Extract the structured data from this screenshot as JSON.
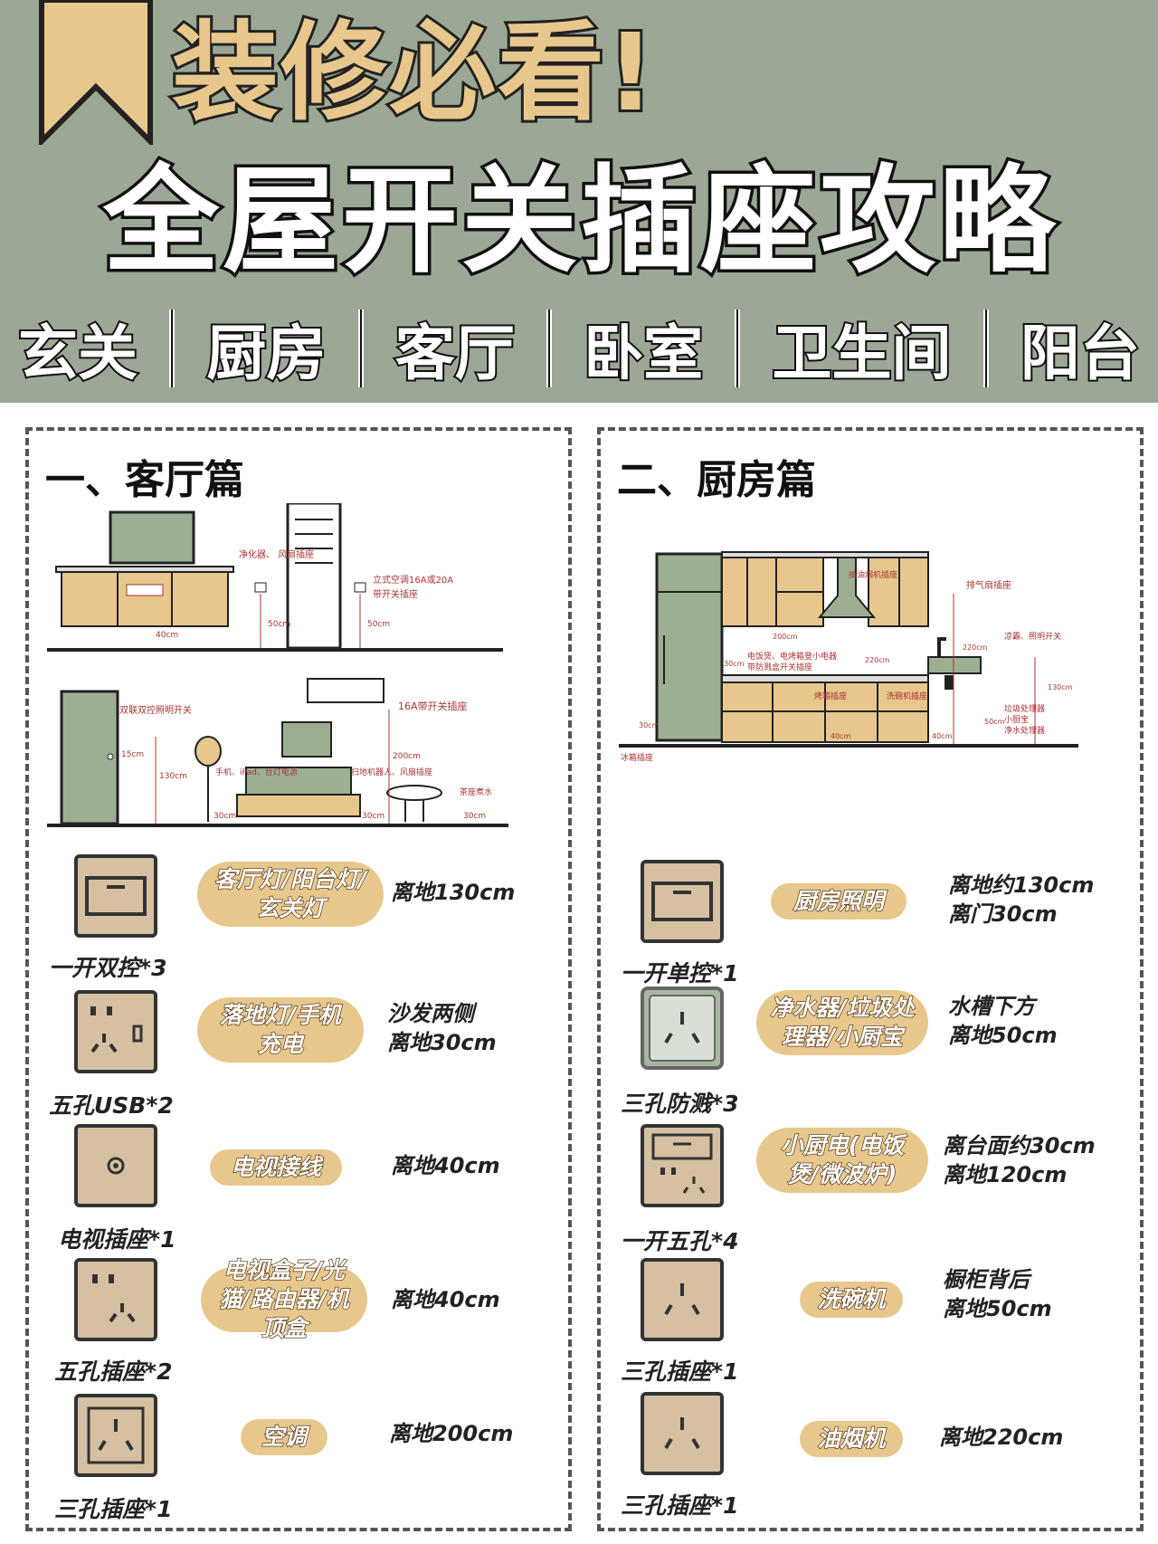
{
  "header": {
    "title_main": "装修必看!",
    "title_sub": "全屋开关插座攻略",
    "rooms": [
      "玄关",
      "厨房",
      "客厅",
      "卧室",
      "卫生间",
      "阳台"
    ]
  },
  "living": {
    "title": "一、客厅篇",
    "diagram_top": {
      "purifier": "净化器、\n风扇插座",
      "ac": "立式空调16A或20A",
      "ac2": "带开关插座",
      "d40": "40cm",
      "d50a": "50cm",
      "d50b": "50cm"
    },
    "diagram_bottom": {
      "switch": "双联双控照明开关",
      "socket16a": "16A带开关插座",
      "phone": "手机、iPad、台灯电源",
      "robot": "扫地机器人、风扇插座",
      "tea": "茶座煮水",
      "d15": "15cm",
      "d130": "130cm",
      "d200": "200cm",
      "d30a": "30cm",
      "d30b": "30cm",
      "d30c": "30cm"
    },
    "rows": [
      {
        "icon": "one-gang-switch-icon",
        "caption": "一开双控*3",
        "use": "客厅灯/阳台灯/玄关灯",
        "pos1": "离地130cm",
        "pos2": ""
      },
      {
        "icon": "five-hole-usb-socket-icon",
        "caption": "五孔USB*2",
        "use": "落地灯/手机充电",
        "pos1": "沙发两侧",
        "pos2": "离地30cm"
      },
      {
        "icon": "tv-socket-icon",
        "caption": "电视插座*1",
        "use": "电视接线",
        "pos1": "离地40cm",
        "pos2": ""
      },
      {
        "icon": "five-hole-socket-icon",
        "caption": "五孔插座*2",
        "use": "电视盒子/光猫/路由器/机顶盒",
        "pos1": "离地40cm",
        "pos2": ""
      },
      {
        "icon": "three-hole-socket-icon",
        "caption": "三孔插座*1",
        "use": "空调",
        "pos1": "离地200cm",
        "pos2": ""
      }
    ]
  },
  "kitchen": {
    "title": "二、厨房篇",
    "diagram": {
      "hood": "抽油烟机插座",
      "fan": "排气扇插座",
      "rice": "电饭煲、电烤箱登小电器",
      "rice2": "带防溅盒开关插座",
      "light": "凉霸、照明开关",
      "oven": "烤箱插座",
      "dish": "洗碗机插座",
      "waste": "垃圾处理器",
      "waste2": "小厨宝",
      "waste3": "净水处理器",
      "fridge": "冰箱插座",
      "d200": "200cm",
      "d220a": "220cm",
      "d220b": "220cm",
      "d30a": "30cm",
      "d30b": "30cm",
      "d130": "130cm",
      "d50": "50cm",
      "d40a": "40cm",
      "d40b": "40cm"
    },
    "rows": [
      {
        "icon": "one-gang-switch-icon",
        "caption": "一开单控*1",
        "use": "厨房照明",
        "pos1": "离地约130cm",
        "pos2": "离门30cm"
      },
      {
        "icon": "splash-proof-socket-icon",
        "caption": "三孔防溅*3",
        "use": "净水器/垃圾处理器/小厨宝",
        "pos1": "水槽下方",
        "pos2": "离地50cm"
      },
      {
        "icon": "switched-five-hole-socket-icon",
        "caption": "一开五孔*4",
        "use": "小厨电(电饭煲/微波炉)",
        "pos1": "离台面约30cm",
        "pos2": "离地120cm"
      },
      {
        "icon": "three-hole-socket-icon",
        "caption": "三孔插座*1",
        "use": "洗碗机",
        "pos1": "橱柜背后",
        "pos2": "离地50cm"
      },
      {
        "icon": "three-hole-socket-icon",
        "caption": "三孔插座*1",
        "use": "油烟机",
        "pos1": "离地220cm",
        "pos2": ""
      }
    ]
  }
}
